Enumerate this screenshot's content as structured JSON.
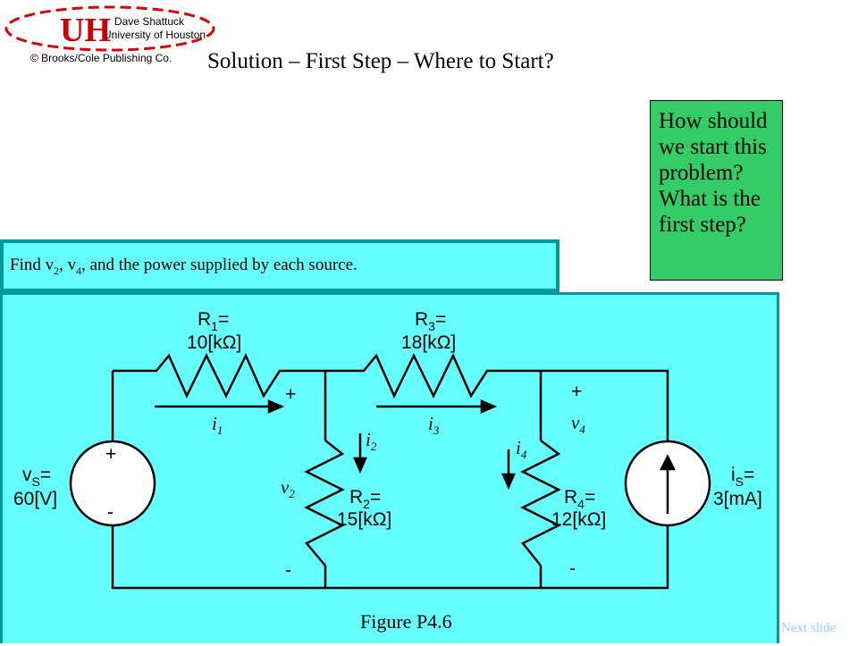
{
  "header": {
    "logo_text_line1": "Dave Shattuck",
    "logo_text_line2": "University of Houston",
    "copyright": "© Brooks/Cole Publishing Co.",
    "logo_monogram": "UH",
    "title": "Solution – First Step – Where to Start?"
  },
  "question_box": {
    "lines": [
      "How should",
      "we start this",
      "problem?",
      "What is the",
      "first step?"
    ]
  },
  "problem": {
    "prefix": "Find v",
    "v2_sub": "2",
    "mid": ", v",
    "v4_sub": "4",
    "suffix": ", and the power supplied by each source."
  },
  "circuit": {
    "figure_caption": "Figure P4.6",
    "R1": {
      "name": "R",
      "sub": "1",
      "eq": "=",
      "value": "10[kΩ]"
    },
    "R2": {
      "name": "R",
      "sub": "2",
      "eq": "=",
      "value": "15[kΩ]"
    },
    "R3": {
      "name": "R",
      "sub": "3",
      "eq": "=",
      "value": "18[kΩ]"
    },
    "R4": {
      "name": "R",
      "sub": "4",
      "eq": "=",
      "value": "12[kΩ]"
    },
    "vS": {
      "name": "v",
      "sub": "S",
      "eq": "=",
      "value": "60[V]"
    },
    "iS": {
      "name": "i",
      "sub": "S",
      "eq": "=",
      "value": "3[mA]"
    },
    "currents": {
      "i1": "1",
      "i2": "2",
      "i3": "3",
      "i4": "4"
    },
    "voltages": {
      "v2": "2",
      "v4": "4"
    },
    "plus": "+",
    "minus": "-"
  },
  "nav": {
    "next_label": "Next slide"
  }
}
